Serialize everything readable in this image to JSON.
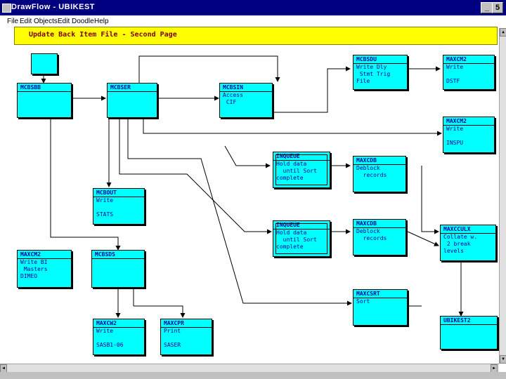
{
  "window": {
    "title": "DrawFlow - UBIKEST"
  },
  "menu": [
    "File",
    "Edit",
    "Objects",
    "Edit",
    "Doodle",
    "Help"
  ],
  "banner": {
    "text": "Update Back Item File - Second Page"
  },
  "boxes": {
    "top_source": {
      "lines": []
    },
    "mcbsbb": {
      "lines": [
        "MCBSBB"
      ]
    },
    "mcbser": {
      "lines": [
        "MCBSER"
      ]
    },
    "mcbsin": {
      "lines": [
        "MCBSIN",
        "Access",
        " CIF"
      ]
    },
    "mcbsdu": {
      "lines": [
        "MCBSDU",
        "Write Dly",
        " Stmt Trig",
        "File"
      ]
    },
    "maxcm2_dstf": {
      "lines": [
        "MAXCM2",
        "Write",
        "",
        "DSTF"
      ]
    },
    "maxcm2_inspu": {
      "lines": [
        "MAXCM2",
        "Write",
        "",
        "INSPU"
      ]
    },
    "inqueue1": {
      "lines": [
        "INQUEUE",
        "Hold data",
        "  until Sort",
        "complete"
      ]
    },
    "maxcdb1": {
      "lines": [
        "MAXCDB",
        "Deblock",
        "  records"
      ]
    },
    "mcbout": {
      "lines": [
        "MCBOUT",
        "Write",
        "",
        "STATS"
      ]
    },
    "inqueue2": {
      "lines": [
        "INQUEUE",
        "Hold data",
        "  until Sort",
        "complete"
      ]
    },
    "maxcdb2": {
      "lines": [
        "MAXCDB",
        "Deblock",
        "  records"
      ]
    },
    "maxcculx": {
      "lines": [
        "MAXCCULX",
        "Collate w.",
        " 2 break",
        "levels"
      ]
    },
    "maxcm2_left": {
      "lines": [
        "MAXCM2",
        "Write BI",
        " Masters",
        "DIMEO"
      ]
    },
    "mcbsds": {
      "lines": [
        "MCBSDS"
      ]
    },
    "maxcsrt": {
      "lines": [
        "MAXCSRT",
        "Sort"
      ]
    },
    "ubikest2": {
      "lines": [
        "UBIKEST2"
      ]
    },
    "maxcw2": {
      "lines": [
        "MAXCW2",
        "Write",
        "",
        "SASB1-06"
      ]
    },
    "maxcpr": {
      "lines": [
        "MAXCPR",
        "Print",
        "",
        "SASER"
      ]
    }
  },
  "colors": {
    "box": "#00ffff",
    "banner": "#ffff00",
    "titlebar": "#000080"
  }
}
